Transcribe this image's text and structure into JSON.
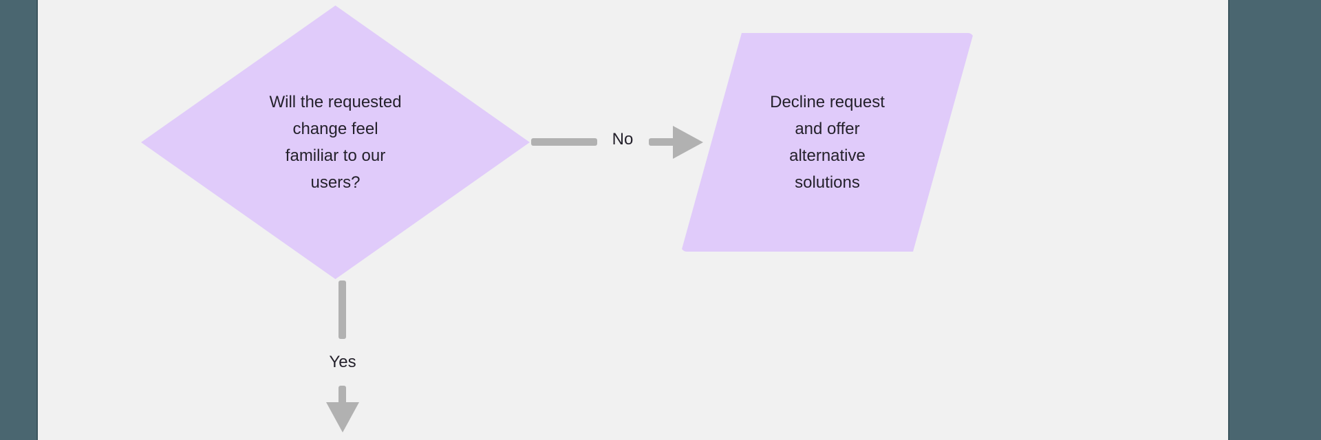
{
  "canvas": {
    "background_color": "#f1f1f1",
    "chrome_color": "#4a6670",
    "node_fill_color": "#e0cbfa",
    "edge_color": "#b1b1b1",
    "text_color": "#24212b"
  },
  "diagram": {
    "type": "flowchart",
    "nodes": [
      {
        "id": "decision-familiar",
        "shape": "diamond",
        "role": "decision",
        "text": "Will the requested\nchange feel\nfamiliar to our\nusers?"
      },
      {
        "id": "decline-request",
        "shape": "parallelogram",
        "role": "input-output",
        "text": "Decline request\nand offer\nalternative\nsolutions"
      }
    ],
    "edges": [
      {
        "id": "edge-no",
        "from": "decision-familiar",
        "to": "decline-request",
        "label": "No",
        "direction": "right"
      },
      {
        "id": "edge-yes",
        "from": "decision-familiar",
        "to": "",
        "label": "Yes",
        "direction": "down"
      }
    ]
  }
}
